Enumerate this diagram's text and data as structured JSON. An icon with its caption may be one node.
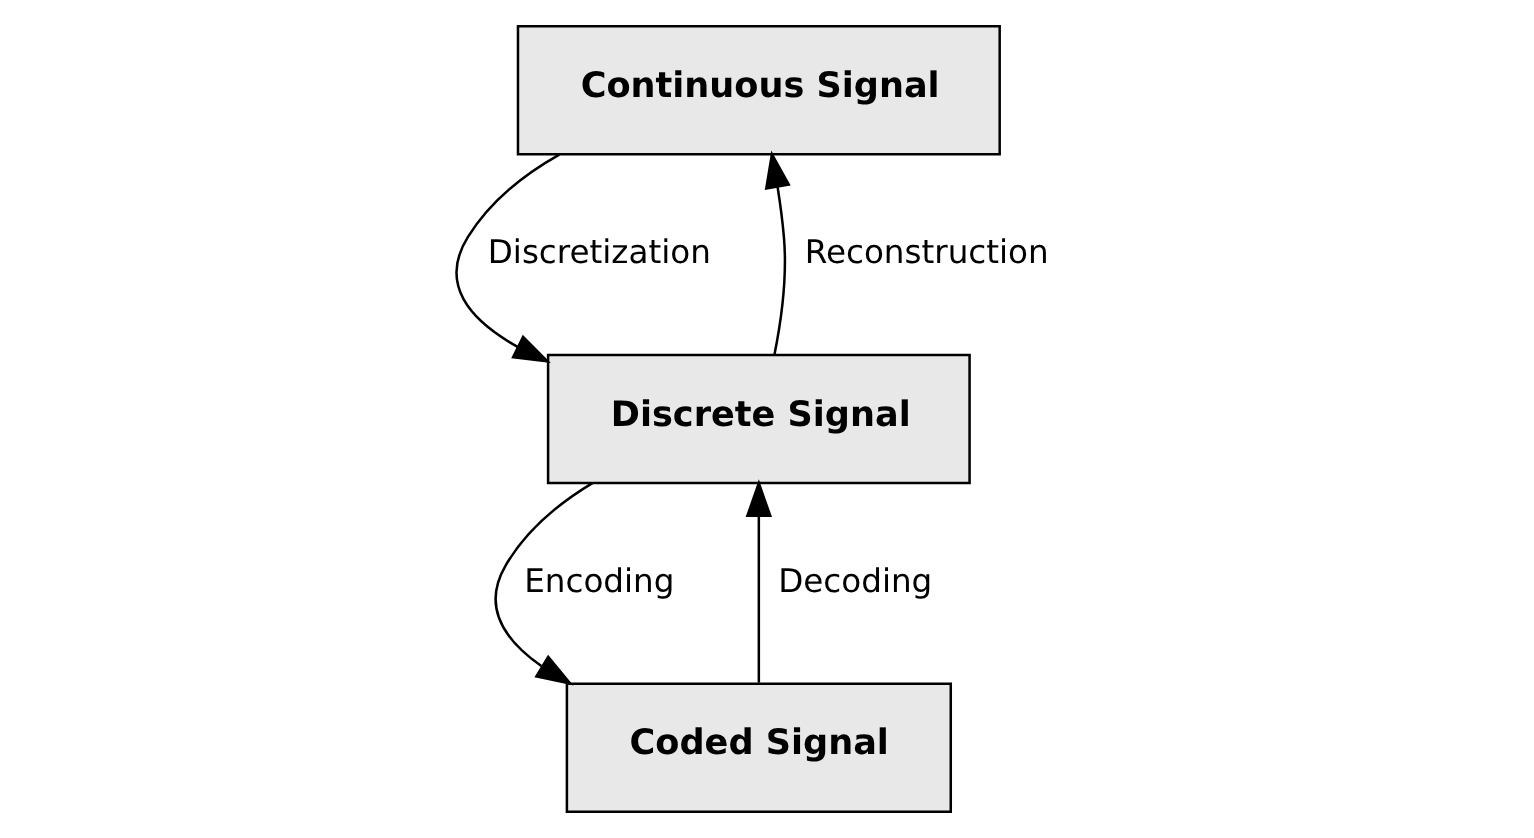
{
  "diagram": {
    "nodes": [
      {
        "text": [
          "Continuous Signal"
        ]
      },
      {
        "text": [
          "Discrete Signal"
        ]
      },
      {
        "text": [
          "Coded Signal"
        ]
      }
    ],
    "edges": [
      {
        "from": 0,
        "to": 1,
        "arrow": "to",
        "label": "Discretization"
      },
      {
        "from": 1,
        "to": 0,
        "arrow": "to",
        "label": "Reconstruction"
      },
      {
        "from": 1,
        "to": 2,
        "arrow": "to",
        "label": "Encoding"
      },
      {
        "from": 2,
        "to": 1,
        "arrow": "to",
        "label": "Decoding"
      }
    ]
  }
}
